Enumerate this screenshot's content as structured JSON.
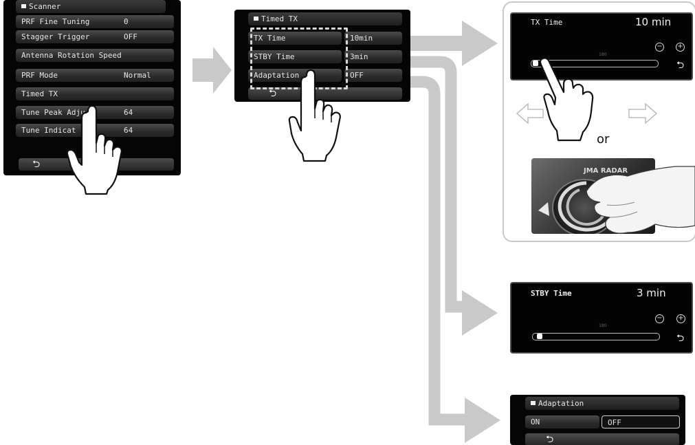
{
  "colors": {
    "arrow": "#c9c9c9",
    "panel_bg": "#050505",
    "menu_item": "#3a3a3a",
    "callout_border": "#bdbdbd"
  },
  "scanner_menu": {
    "title": "Scanner",
    "items": [
      {
        "label": "PRF Fine Tuning",
        "value": "0"
      },
      {
        "label": "Stagger Trigger",
        "value": "OFF"
      },
      {
        "label": "Antenna Rotation Speed",
        "value": ""
      },
      {
        "label": "PRF Mode",
        "value": "Normal"
      },
      {
        "label": "Timed TX",
        "value": ""
      },
      {
        "label": "Tune Peak Adju",
        "value": "64"
      },
      {
        "label": "Tune Indicat",
        "value": "64"
      }
    ],
    "back_icon": "return-icon"
  },
  "timed_tx_menu": {
    "title": "Timed TX",
    "items": [
      {
        "label": "TX Time",
        "value": "10min"
      },
      {
        "label": "STBY Time",
        "value": "3min"
      },
      {
        "label": "Adaptation",
        "value": "OFF"
      }
    ],
    "back_icon": "return-icon"
  },
  "tx_time_dialog": {
    "label": "TX Time",
    "value": "10 min",
    "scale_mark": "180"
  },
  "swipe_hint": {
    "or_text": "or",
    "knob_label": "JMA RADAR"
  },
  "stby_time_dialog": {
    "label": "STBY Time",
    "value": "3 min",
    "scale_mark": "180"
  },
  "adaptation_dialog": {
    "title": "Adaptation",
    "option_on": "ON",
    "option_off": "OFF"
  }
}
